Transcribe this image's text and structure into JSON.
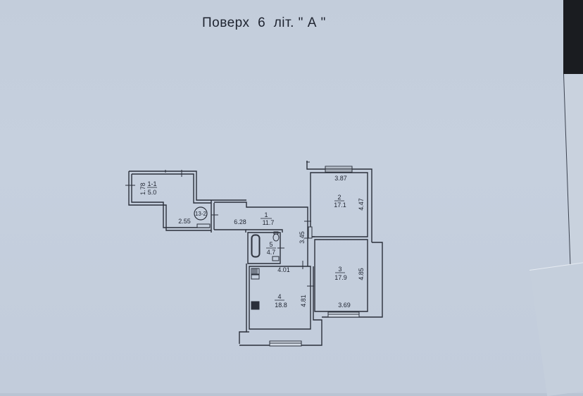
{
  "document": {
    "title": "Поверх  6  літ. \" А \""
  },
  "floor_plan": {
    "rooms": [
      {
        "id": "1-1",
        "number": "1-1",
        "area": "5.0",
        "dims": [
          "1.78",
          "2.55"
        ]
      },
      {
        "id": "1",
        "number": "1",
        "area": "11.7",
        "dims": [
          "6.28",
          "3.45"
        ]
      },
      {
        "id": "2",
        "number": "2",
        "area": "17.1",
        "dims": [
          "3.87",
          "4.47"
        ]
      },
      {
        "id": "3",
        "number": "3",
        "area": "17.9",
        "dims": [
          "3.69",
          "4.85"
        ]
      },
      {
        "id": "4",
        "number": "4",
        "area": "18.8",
        "dims": [
          "4.01",
          "4.81"
        ]
      },
      {
        "id": "5",
        "number": "5",
        "area": "4.7",
        "dims": []
      }
    ],
    "markers": {
      "circle_label": "13-2"
    },
    "labels": {
      "r11_num": "1-1",
      "r11_area": "5.0",
      "r11_h": "1.78",
      "r11_w": "2.55",
      "r1_num": "1",
      "r1_area": "11.7",
      "r1_w": "6.28",
      "r1_h": "3.45",
      "r2_num": "2",
      "r2_area": "17.1",
      "r2_w": "3.87",
      "r2_h": "4.47",
      "r3_num": "3",
      "r3_area": "17.9",
      "r3_w": "3.69",
      "r3_h": "4.85",
      "r4_num": "4",
      "r4_area": "18.8",
      "r4_w": "4.01",
      "r4_h": "4.81",
      "r5_num": "5",
      "r5_area": "4.7",
      "marker": "13-2"
    }
  }
}
